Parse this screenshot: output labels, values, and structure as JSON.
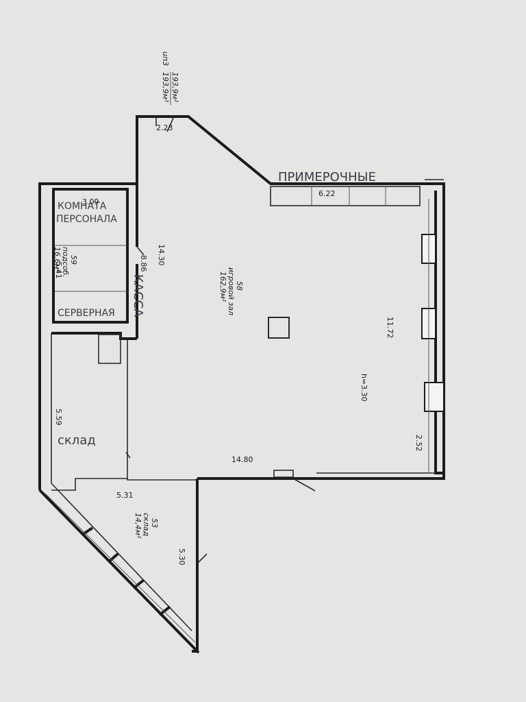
{
  "plan": {
    "total_area": {
      "label": "uп3",
      "value": "193,9м²",
      "value2": "193,9м²"
    },
    "dimensions": {
      "top_small": "2.23",
      "fitting_width": "6.22",
      "staff_width": "3.09",
      "left_upper": "5.41",
      "center_height": "14.30",
      "cashier": "8.86",
      "right_height": "11.72",
      "ceiling": "h=3.30",
      "left_lower": "5.59",
      "right_small": "2.52",
      "bottom_width": "14.80",
      "storage_width": "5.31",
      "storage_side": "5.30"
    },
    "rooms": {
      "fitting": "ПРИМЕРОЧНЫЕ",
      "staff_line1": "КОМНАТА",
      "staff_line2": "ПЕРСОНАЛА",
      "utility_num": "59",
      "utility_name": "подсоб.",
      "utility_area": "16,6м²",
      "server": "СЕРВЕРНАЯ",
      "cash": "КАССА",
      "hall_num": "58",
      "hall_name": "игровой зал",
      "hall_area": "162,9м²",
      "storage_hand": "склад",
      "storage_num": "53",
      "storage_name": "склад",
      "storage_area": "14,4м²"
    }
  }
}
